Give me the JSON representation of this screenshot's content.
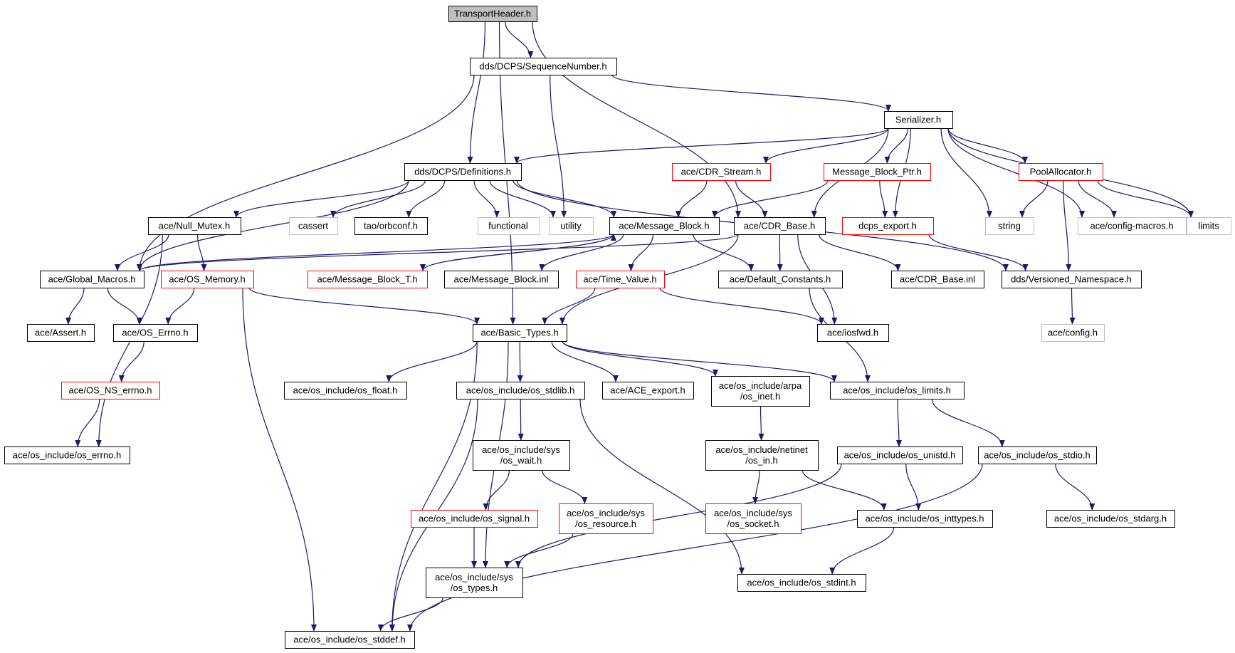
{
  "colors": {
    "edge": "#191970",
    "normal_border": "#000000",
    "missing_border": "#bfbfbf",
    "truncated_border": "#ff0000",
    "root_fill": "#bfbfbf",
    "fill": "#ffffff"
  },
  "nodes": [
    {
      "id": "transportheader",
      "label": "TransportHeader.h",
      "kind": "root"
    },
    {
      "id": "sequencenumber",
      "label": "dds/DCPS/SequenceNumber.h",
      "kind": "normal"
    },
    {
      "id": "serializer",
      "label": "Serializer.h",
      "kind": "normal"
    },
    {
      "id": "definitions",
      "label": "dds/DCPS/Definitions.h",
      "kind": "normal"
    },
    {
      "id": "cdr_stream",
      "label": "ace/CDR_Stream.h",
      "kind": "truncated"
    },
    {
      "id": "message_block_ptr",
      "label": "Message_Block_Ptr.h",
      "kind": "truncated"
    },
    {
      "id": "poolallocator",
      "label": "PoolAllocator.h",
      "kind": "truncated"
    },
    {
      "id": "null_mutex",
      "label": "ace/Null_Mutex.h",
      "kind": "normal"
    },
    {
      "id": "cassert",
      "label": "cassert",
      "kind": "missing"
    },
    {
      "id": "orbconf",
      "label": "tao/orbconf.h",
      "kind": "normal"
    },
    {
      "id": "functional",
      "label": "functional",
      "kind": "missing"
    },
    {
      "id": "utility",
      "label": "utility",
      "kind": "missing"
    },
    {
      "id": "message_block",
      "label": "ace/Message_Block.h",
      "kind": "normal"
    },
    {
      "id": "cdr_base",
      "label": "ace/CDR_Base.h",
      "kind": "normal"
    },
    {
      "id": "dcps_export",
      "label": "dcps_export.h",
      "kind": "truncated"
    },
    {
      "id": "string",
      "label": "string",
      "kind": "missing"
    },
    {
      "id": "config_macros",
      "label": "ace/config-macros.h",
      "kind": "missing"
    },
    {
      "id": "limits",
      "label": "limits",
      "kind": "missing"
    },
    {
      "id": "global_macros",
      "label": "ace/Global_Macros.h",
      "kind": "normal"
    },
    {
      "id": "os_memory",
      "label": "ace/OS_Memory.h",
      "kind": "truncated"
    },
    {
      "id": "message_block_t",
      "label": "ace/Message_Block_T.h",
      "kind": "truncated"
    },
    {
      "id": "message_block_inl",
      "label": "ace/Message_Block.inl",
      "kind": "normal"
    },
    {
      "id": "time_value",
      "label": "ace/Time_Value.h",
      "kind": "truncated"
    },
    {
      "id": "default_constants",
      "label": "ace/Default_Constants.h",
      "kind": "normal"
    },
    {
      "id": "cdr_base_inl",
      "label": "ace/CDR_Base.inl",
      "kind": "normal"
    },
    {
      "id": "versioned_namespace",
      "label": "dds/Versioned_Namespace.h",
      "kind": "normal"
    },
    {
      "id": "assert",
      "label": "ace/Assert.h",
      "kind": "normal"
    },
    {
      "id": "os_errno_h",
      "label": "ace/OS_Errno.h",
      "kind": "normal"
    },
    {
      "id": "basic_types",
      "label": "ace/Basic_Types.h",
      "kind": "normal"
    },
    {
      "id": "iosfwd",
      "label": "ace/iosfwd.h",
      "kind": "normal"
    },
    {
      "id": "config",
      "label": "ace/config.h",
      "kind": "missing"
    },
    {
      "id": "os_ns_errno",
      "label": "ace/OS_NS_errno.h",
      "kind": "truncated"
    },
    {
      "id": "os_float",
      "label": "ace/os_include/os_float.h",
      "kind": "normal"
    },
    {
      "id": "os_stdlib",
      "label": "ace/os_include/os_stdlib.h",
      "kind": "normal"
    },
    {
      "id": "ace_export",
      "label": "ace/ACE_export.h",
      "kind": "normal"
    },
    {
      "id": "arpa_inet",
      "label": "ace/os_include/arpa\n/os_inet.h",
      "kind": "normal"
    },
    {
      "id": "os_limits",
      "label": "ace/os_include/os_limits.h",
      "kind": "normal"
    },
    {
      "id": "os_errno",
      "label": "ace/os_include/os_errno.h",
      "kind": "normal"
    },
    {
      "id": "sys_wait",
      "label": "ace/os_include/sys\n/os_wait.h",
      "kind": "normal"
    },
    {
      "id": "netinet_in",
      "label": "ace/os_include/netinet\n/os_in.h",
      "kind": "normal"
    },
    {
      "id": "os_unistd",
      "label": "ace/os_include/os_unistd.h",
      "kind": "normal"
    },
    {
      "id": "os_stdio",
      "label": "ace/os_include/os_stdio.h",
      "kind": "normal"
    },
    {
      "id": "os_signal",
      "label": "ace/os_include/os_signal.h",
      "kind": "truncated"
    },
    {
      "id": "sys_resource",
      "label": "ace/os_include/sys\n/os_resource.h",
      "kind": "truncated"
    },
    {
      "id": "sys_socket",
      "label": "ace/os_include/sys\n/os_socket.h",
      "kind": "truncated"
    },
    {
      "id": "os_inttypes",
      "label": "ace/os_include/os_inttypes.h",
      "kind": "normal"
    },
    {
      "id": "os_stdarg",
      "label": "ace/os_include/os_stdarg.h",
      "kind": "normal"
    },
    {
      "id": "sys_types",
      "label": "ace/os_include/sys\n/os_types.h",
      "kind": "normal"
    },
    {
      "id": "os_stdint",
      "label": "ace/os_include/os_stdint.h",
      "kind": "normal"
    },
    {
      "id": "os_stddef",
      "label": "ace/os_include/os_stddef.h",
      "kind": "normal"
    }
  ],
  "edges": [
    [
      "transportheader",
      "sequencenumber"
    ],
    [
      "transportheader",
      "definitions"
    ],
    [
      "transportheader",
      "basic_types"
    ],
    [
      "transportheader",
      "cdr_base"
    ],
    [
      "sequencenumber",
      "serializer"
    ],
    [
      "sequencenumber",
      "global_macros"
    ],
    [
      "sequencenumber",
      "utility"
    ],
    [
      "serializer",
      "definitions"
    ],
    [
      "serializer",
      "cdr_stream"
    ],
    [
      "serializer",
      "message_block_ptr"
    ],
    [
      "serializer",
      "dcps_export"
    ],
    [
      "serializer",
      "poolallocator"
    ],
    [
      "serializer",
      "cdr_base"
    ],
    [
      "serializer",
      "string"
    ],
    [
      "serializer",
      "config_macros"
    ],
    [
      "serializer",
      "limits"
    ],
    [
      "definitions",
      "null_mutex"
    ],
    [
      "definitions",
      "cassert"
    ],
    [
      "definitions",
      "orbconf"
    ],
    [
      "definitions",
      "functional"
    ],
    [
      "definitions",
      "utility"
    ],
    [
      "definitions",
      "message_block"
    ],
    [
      "definitions",
      "global_macros"
    ],
    [
      "definitions",
      "versioned_namespace"
    ],
    [
      "cdr_stream",
      "message_block"
    ],
    [
      "cdr_stream",
      "cdr_base"
    ],
    [
      "message_block_ptr",
      "message_block"
    ],
    [
      "message_block_ptr",
      "dcps_export"
    ],
    [
      "poolallocator",
      "string"
    ],
    [
      "poolallocator",
      "config_macros"
    ],
    [
      "poolallocator",
      "limits"
    ],
    [
      "poolallocator",
      "versioned_namespace"
    ],
    [
      "null_mutex",
      "global_macros"
    ],
    [
      "null_mutex",
      "os_memory"
    ],
    [
      "null_mutex",
      "os_errno"
    ],
    [
      "message_block",
      "global_macros"
    ],
    [
      "message_block",
      "message_block_t"
    ],
    [
      "message_block",
      "message_block_inl"
    ],
    [
      "message_block",
      "time_value"
    ],
    [
      "message_block",
      "default_constants"
    ],
    [
      "message_block_t",
      "message_block"
    ],
    [
      "cdr_base",
      "global_macros"
    ],
    [
      "cdr_base",
      "default_constants"
    ],
    [
      "cdr_base",
      "cdr_base_inl"
    ],
    [
      "cdr_base",
      "iosfwd"
    ],
    [
      "cdr_base",
      "basic_types"
    ],
    [
      "dcps_export",
      "versioned_namespace"
    ],
    [
      "versioned_namespace",
      "config"
    ],
    [
      "global_macros",
      "assert"
    ],
    [
      "global_macros",
      "os_errno_h"
    ],
    [
      "os_memory",
      "os_errno_h"
    ],
    [
      "os_memory",
      "basic_types"
    ],
    [
      "os_memory",
      "os_stddef"
    ],
    [
      "time_value",
      "basic_types"
    ],
    [
      "time_value",
      "iosfwd"
    ],
    [
      "default_constants",
      "os_limits"
    ],
    [
      "os_errno_h",
      "os_ns_errno"
    ],
    [
      "os_ns_errno",
      "os_errno"
    ],
    [
      "basic_types",
      "os_float"
    ],
    [
      "basic_types",
      "os_stdlib"
    ],
    [
      "basic_types",
      "ace_export"
    ],
    [
      "basic_types",
      "arpa_inet"
    ],
    [
      "basic_types",
      "os_limits"
    ],
    [
      "basic_types",
      "sys_types"
    ],
    [
      "basic_types",
      "os_stddef"
    ],
    [
      "os_stdlib",
      "sys_wait"
    ],
    [
      "os_stdlib",
      "os_stdint"
    ],
    [
      "os_stdlib",
      "os_stddef"
    ],
    [
      "arpa_inet",
      "netinet_in"
    ],
    [
      "netinet_in",
      "sys_socket"
    ],
    [
      "netinet_in",
      "os_inttypes"
    ],
    [
      "os_limits",
      "os_unistd"
    ],
    [
      "os_limits",
      "os_stdio"
    ],
    [
      "os_unistd",
      "os_inttypes"
    ],
    [
      "os_unistd",
      "sys_types"
    ],
    [
      "os_stdio",
      "os_stdarg"
    ],
    [
      "os_stdio",
      "os_stddef"
    ],
    [
      "sys_wait",
      "os_signal"
    ],
    [
      "sys_wait",
      "sys_resource"
    ],
    [
      "os_signal",
      "sys_types"
    ],
    [
      "sys_resource",
      "sys_types"
    ],
    [
      "os_inttypes",
      "os_stdint"
    ],
    [
      "sys_types",
      "os_stddef"
    ]
  ]
}
